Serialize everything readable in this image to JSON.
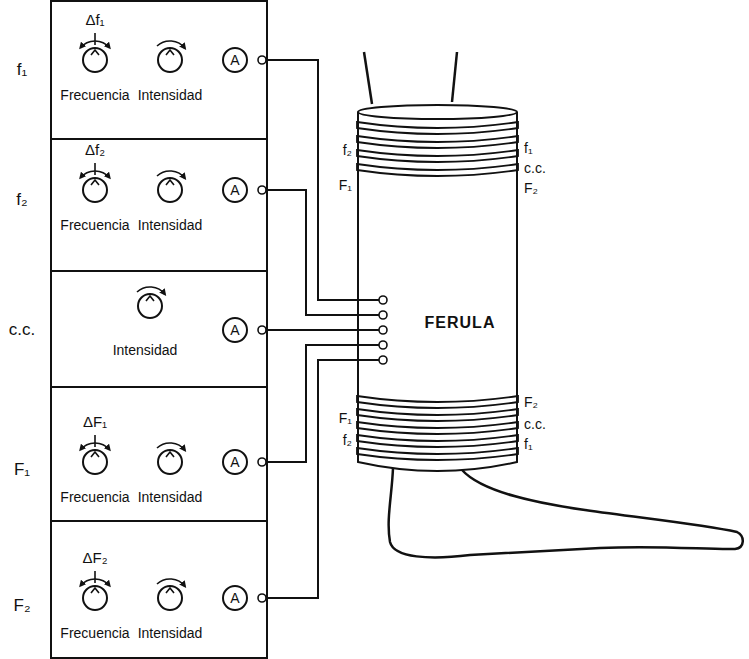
{
  "diagram": {
    "nodes": [
      {
        "text": [
          "f₁",
          "Δf₁",
          "Frecuencia",
          "Intensidad"
        ]
      },
      {
        "text": [
          "A"
        ],
        "in": 0
      },
      {
        "text": [
          "f₂",
          "Δf₂",
          "Frecuencia",
          "Intensidad"
        ]
      },
      {
        "text": [
          "A"
        ],
        "in": 2
      },
      {
        "text": [
          "c.c.",
          "Intensidad"
        ]
      },
      {
        "text": [
          "A"
        ],
        "in": 4
      },
      {
        "text": [
          "F₁",
          "ΔF₁",
          "Frecuencia",
          "Intensidad"
        ]
      },
      {
        "text": [
          "A"
        ],
        "in": 6
      },
      {
        "text": [
          "F₂",
          "ΔF₂",
          "Frecuencia",
          "Intensidad"
        ]
      },
      {
        "text": [
          "A"
        ],
        "in": 8
      },
      {
        "text": [
          "FERULA"
        ]
      }
    ],
    "edges": [
      {
        "from": 0,
        "to": 10,
        "arrow": "none"
      },
      {
        "from": 2,
        "to": 10,
        "arrow": "none"
      },
      {
        "from": 4,
        "to": 10,
        "arrow": "none"
      },
      {
        "from": 6,
        "to": 10,
        "arrow": "none"
      },
      {
        "from": 8,
        "to": 10,
        "arrow": "none"
      }
    ],
    "labels": [
      "f₂",
      "f₁",
      "c.c.",
      "F₁",
      "F₂",
      "F₂",
      "F₁",
      "c.c.",
      "f₂",
      "f₁"
    ]
  }
}
